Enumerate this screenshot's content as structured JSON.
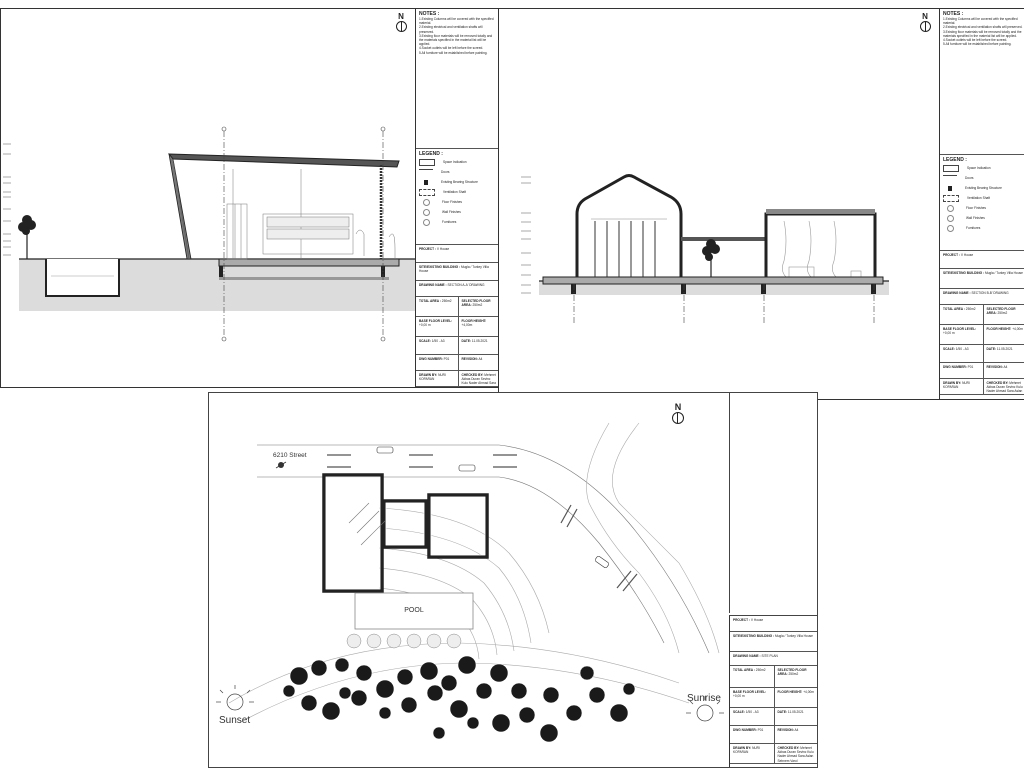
{
  "north_label": "N",
  "notes": {
    "title": "NOTES :",
    "items": [
      "1.Existing Columns will be covered with the specified material.",
      "2.Existing electrical and ventilation shafts will preserved.",
      "3.Existing floor materials will be removed totally and the materials specified in the material list will be applied.",
      "4.Socket outlets will be left before the screed.",
      "5.All furniture will be established before painting."
    ]
  },
  "legend": {
    "title": "LEGEND :",
    "items": [
      "Space Indication",
      "Doors",
      "Existing Bearing Structure",
      "Ventilation Shaft",
      "Floor Finishes",
      "Wall Finishes",
      "Furnitures"
    ]
  },
  "title_block": {
    "project_label": "PROJECT :",
    "project_value": "V House",
    "site_label": "SITE/EXISTING BUILDING :",
    "site_value": "Mugla / Turkey Villa House",
    "drawing_label": "DRAWING NAME :",
    "drawing_value_left": "SECTION A-A' DRAWING",
    "drawing_value_right": "SECTION B-B' DRAWING",
    "drawing_value_site": "SITE PLAN",
    "total_area_label": "TOTAL AREA :",
    "total_area_value": "250m2",
    "selected_area_label": "SELECTED FLOOR AREA:",
    "selected_area_value": "250m2",
    "base_floor_label": "BASE FLOOR LEVEL:",
    "base_floor_value": "+0,00 m",
    "floor_height_label": "FLOOR HEIGHT:",
    "floor_height_value": "+4,00m",
    "scale_label": "SCALE:",
    "scale_value": "1/50 - A3",
    "date_label": "DATE:",
    "date_value": "11.05.2021",
    "dwg_number_label": "DWG NUMBER:",
    "dwg_number_value": "P01",
    "revision_label": "REVISION:",
    "revision_value": "A4",
    "drawn_label": "DRAWN BY:",
    "drawn_value": "NURI KOPARAN",
    "checked_label": "CHECKED BY:",
    "checked_value": "Mehmet Akbas Duran Sevinc Kulu Nader Ahmad Sara Aslan Sebnem Varol"
  },
  "site_plan": {
    "street_label": "6210 Street",
    "pool_label": "POOL",
    "sunset_label": "Sunset",
    "sunrise_label": "Sunrise"
  },
  "colors": {
    "line": "#222222",
    "ground": "#d9d9d9",
    "hatch": "#bbbbbb"
  }
}
